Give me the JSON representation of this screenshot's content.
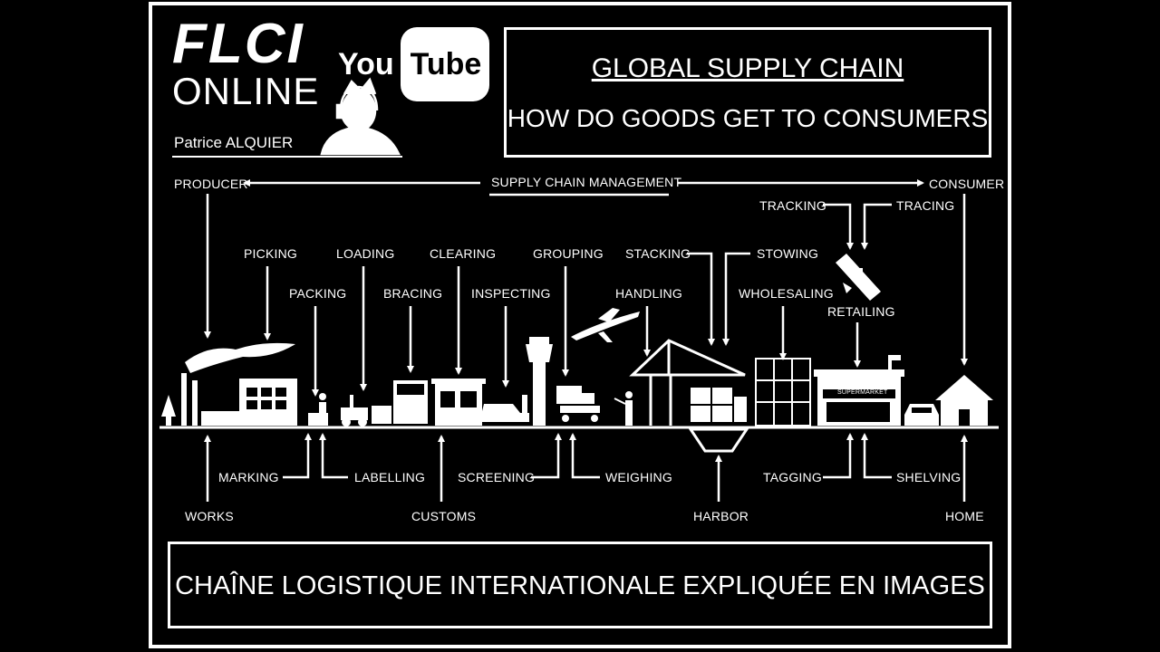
{
  "logo": {
    "flci": "FLCI",
    "online": "ONLINE",
    "author": "Patrice ALQUIER"
  },
  "youtube": {
    "you": "You",
    "tube": "Tube"
  },
  "title": {
    "line1": "GLOBAL SUPPLY CHAIN",
    "line2": "HOW DO GOODS GET TO CONSUMERS"
  },
  "flow": {
    "start": "PRODUCER",
    "middle": "SUPPLY CHAIN MANAGEMENT",
    "end": "CONSUMER"
  },
  "top_labels": {
    "picking": "PICKING",
    "packing": "PACKING",
    "loading": "LOADING",
    "bracing": "BRACING",
    "clearing": "CLEARING",
    "inspecting": "INSPECTING",
    "grouping": "GROUPING",
    "handling": "HANDLING",
    "stacking": "STACKING",
    "stowing": "STOWING",
    "wholesaling": "WHOLESALING",
    "tracking": "TRACKING",
    "tracing": "TRACING",
    "retailing": "RETAILING"
  },
  "bottom_labels": {
    "marking": "MARKING",
    "labelling": "LABELLING",
    "screening": "SCREENING",
    "weighing": "WEIGHING",
    "tagging": "TAGGING",
    "shelving": "SHELVING",
    "works": "WORKS",
    "customs": "CUSTOMS",
    "harbor": "HARBOR",
    "home": "HOME"
  },
  "supermarket_sign": "SUPERMARKET",
  "footer": "CHAÎNE LOGISTIQUE  INTERNATIONALE EXPLIQUÉE EN IMAGES"
}
